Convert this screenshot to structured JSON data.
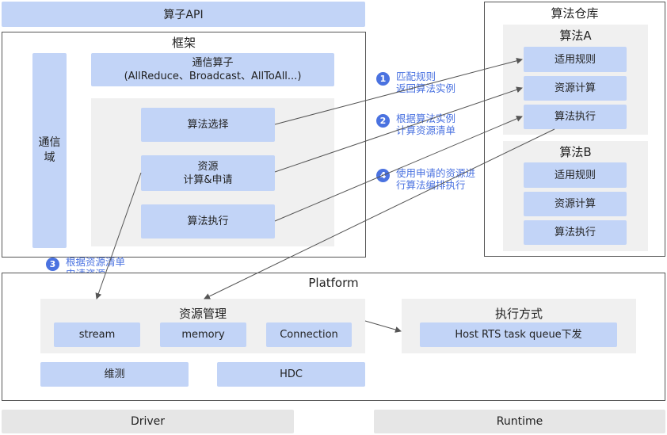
{
  "top": {
    "operator_api": "算子API"
  },
  "framework": {
    "title": "框架",
    "comm_domain": "通信\n域",
    "comm_operator": "通信算子\n(AllReduce、Broadcast、AllToAll...)",
    "algo_select": "算法选择",
    "resource_calc": "资源\n计算&申请",
    "algo_exec": "算法执行"
  },
  "repository": {
    "title": "算法仓库",
    "algo_a": {
      "title": "算法A",
      "items": [
        "适用规则",
        "资源计算",
        "算法执行"
      ]
    },
    "algo_b": {
      "title": "算法B",
      "items": [
        "适用规则",
        "资源计算",
        "算法执行"
      ]
    }
  },
  "steps": [
    {
      "num": "1",
      "text": "匹配规则\n返回算法实例"
    },
    {
      "num": "2",
      "text": "根据算法实例\n计算资源清单"
    },
    {
      "num": "4",
      "text": "使用申请的资源进\n行算法编排执行"
    },
    {
      "num": "3",
      "text": "根据资源清单\n申请资源"
    }
  ],
  "platform": {
    "title": "Platform",
    "resource_mgmt": {
      "title": "资源管理",
      "items": [
        "stream",
        "memory",
        "Connection"
      ]
    },
    "exec_mode": {
      "title": "执行方式",
      "item": "Host RTS task queue下发"
    },
    "maintenance": "维测",
    "hdc": "HDC"
  },
  "bottom": {
    "driver": "Driver",
    "runtime": "Runtime"
  },
  "colors": {
    "accent": "#4a72e0",
    "box_blue": "#c2d4f7",
    "box_gray": "#e6e6e6",
    "arrow": "#555555"
  }
}
